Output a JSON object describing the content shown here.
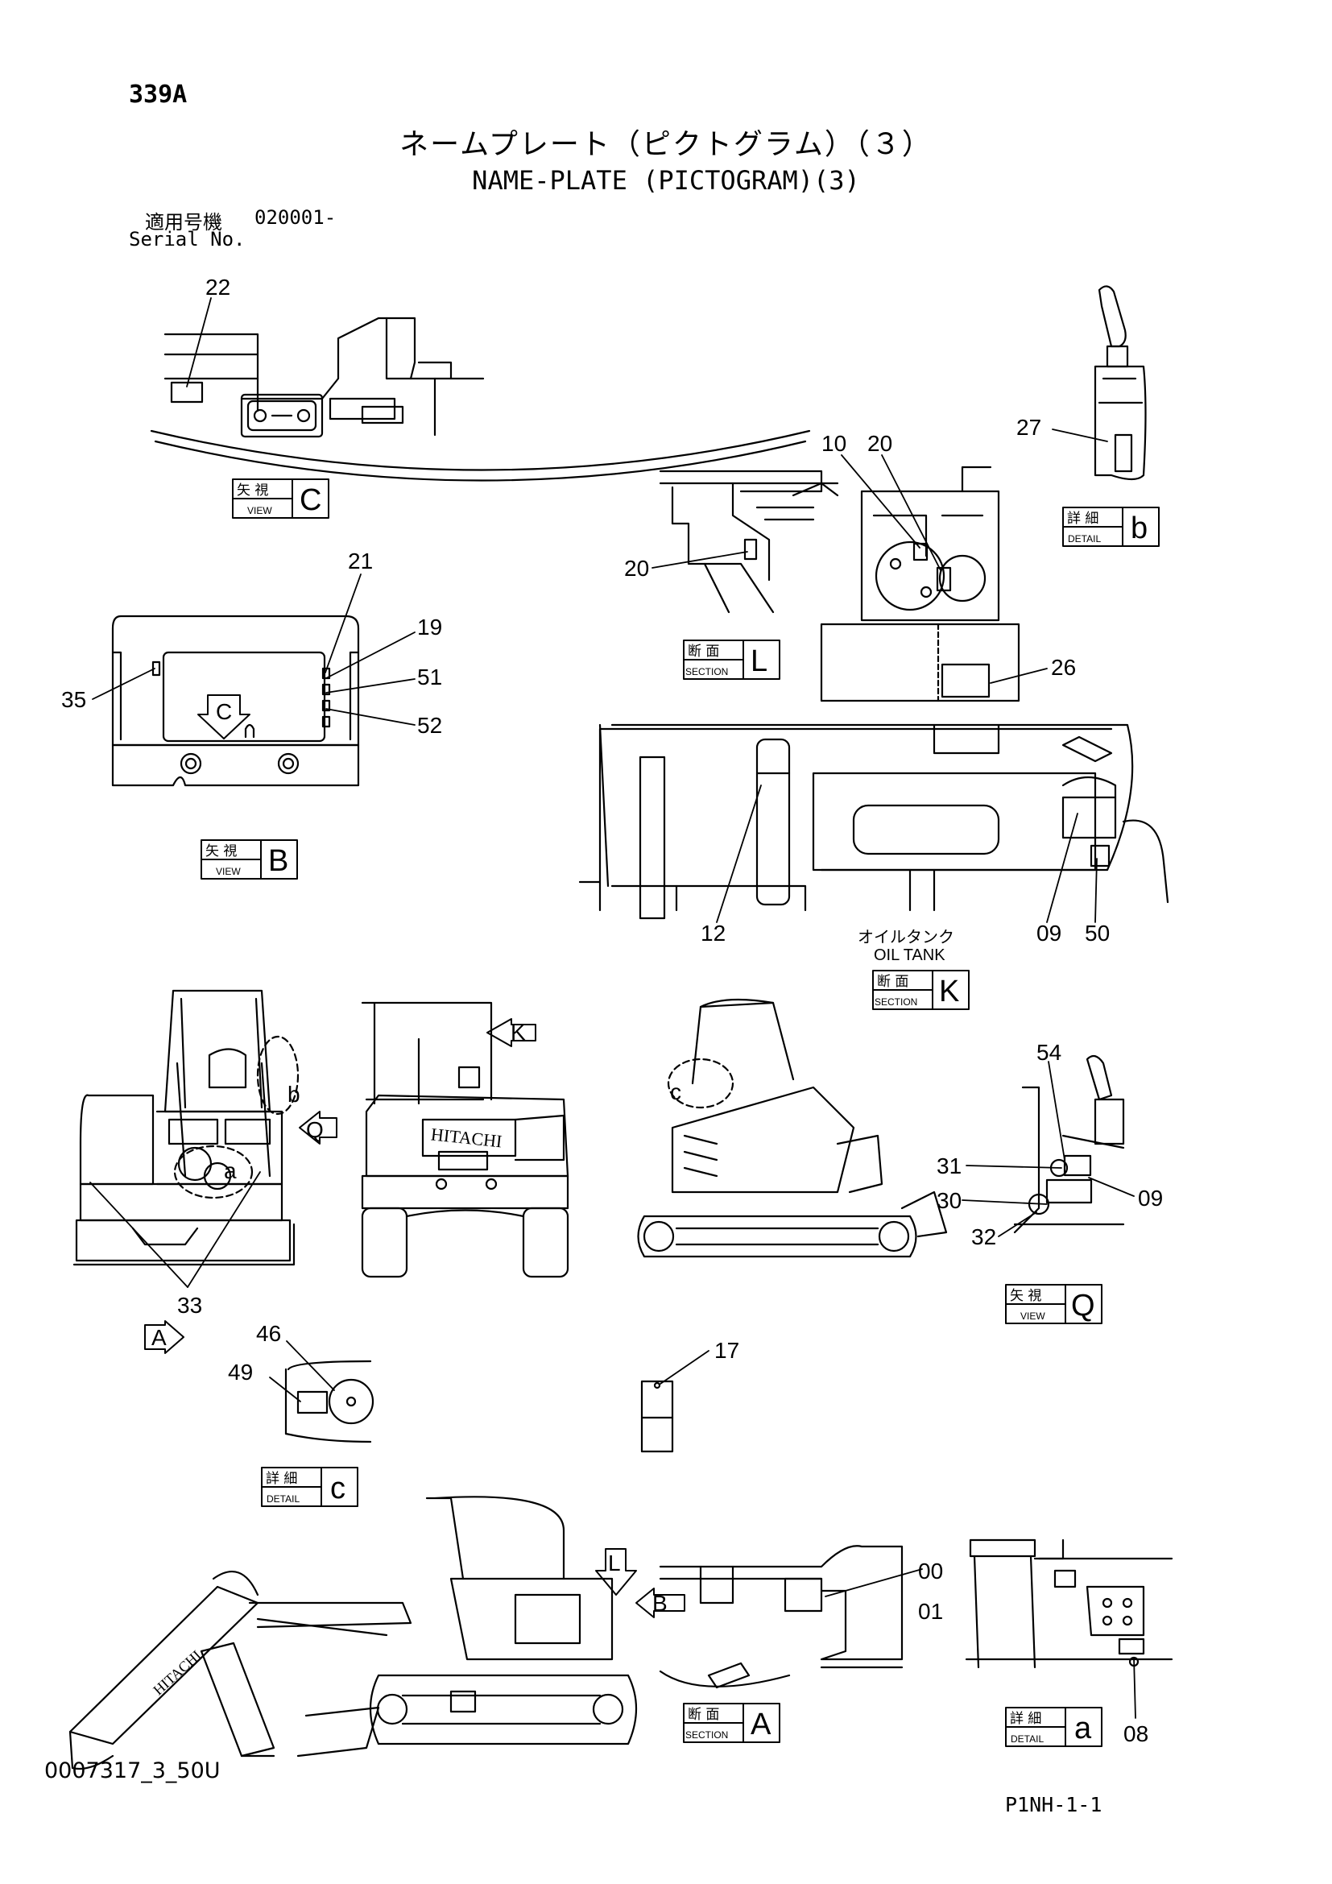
{
  "header": {
    "page_number": "339A",
    "title_jp": "ネームプレート（ピクトグラム）（３）",
    "title_en": "NAME-PLATE (PICTOGRAM)(3)",
    "serial_label_jp": "適用号機",
    "serial_value": "020001-",
    "serial_label_en": "Serial No."
  },
  "views": [
    {
      "jp": "矢 視",
      "en": "VIEW",
      "letter": "C"
    },
    {
      "jp": "詳 細",
      "en": "DETAIL",
      "letter": "b"
    },
    {
      "jp": "断 面",
      "en": "SECTION",
      "letter": "L"
    },
    {
      "jp": "矢 視",
      "en": "VIEW",
      "letter": "B"
    },
    {
      "jp": "断 面",
      "en": "SECTION",
      "letter": "K"
    },
    {
      "jp": "矢 視",
      "en": "VIEW",
      "letter": "Q"
    },
    {
      "jp": "詳 細",
      "en": "DETAIL",
      "letter": "c"
    },
    {
      "jp": "断 面",
      "en": "SECTION",
      "letter": "A"
    },
    {
      "jp": "詳 細",
      "en": "DETAIL",
      "letter": "a"
    }
  ],
  "oil_tank": {
    "jp": "オイルタンク",
    "en": "OIL TANK"
  },
  "callouts": [
    "22",
    "27",
    "10",
    "20",
    "20",
    "21",
    "19",
    "51",
    "52",
    "35",
    "26",
    "12",
    "09",
    "50",
    "54",
    "31",
    "30",
    "09",
    "32",
    "33",
    "46",
    "49",
    "17",
    "00",
    "01",
    "08"
  ],
  "view_markers": [
    "C",
    "K",
    "Q",
    "A",
    "L",
    "B",
    "a",
    "b",
    "c"
  ],
  "brand": "HITACHI",
  "footer": {
    "doc_code": "0007317_3_50U",
    "page_ref": "P1NH-1-1"
  }
}
